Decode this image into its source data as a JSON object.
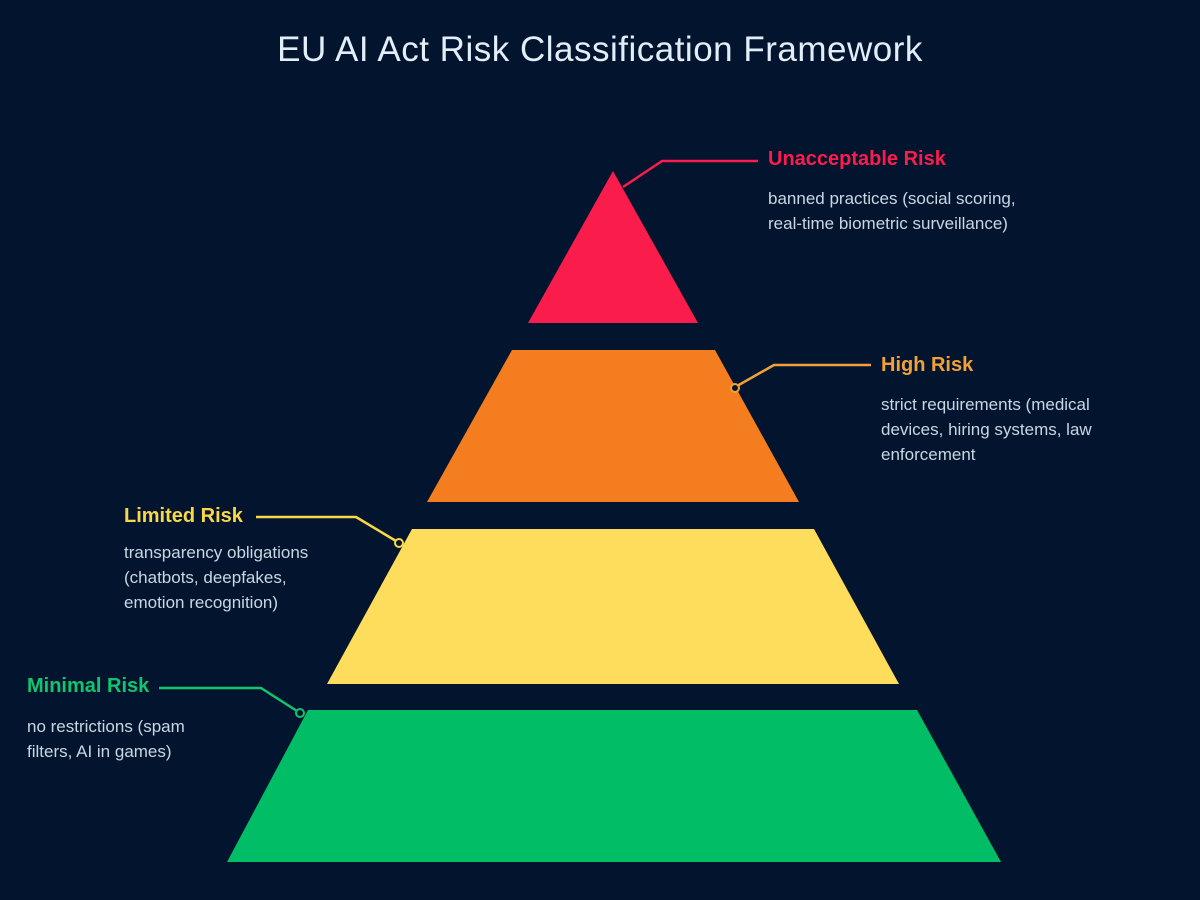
{
  "title": "EU AI Act Risk Classification Framework",
  "theme": {
    "background": "#03152E",
    "title_color": "#E3EEF8",
    "description_color": "#C9D6E3"
  },
  "chart_data": {
    "type": "pyramid",
    "title": "EU AI Act Risk Classification Framework",
    "levels_top_to_bottom": [
      "Unacceptable Risk",
      "High Risk",
      "Limited Risk",
      "Minimal Risk"
    ],
    "legend_position": "callout-labels-beside-levels",
    "grid": false
  },
  "levels": [
    {
      "label": "Unacceptable Risk",
      "color": "#FA1C4A",
      "accent": "#FB1C4C",
      "side": "right",
      "desc_lines": [
        "banned practices (social scoring,",
        "real-time biometric surveillance)"
      ]
    },
    {
      "label": "High Risk",
      "color": "#F47E1F",
      "accent": "#F2A138",
      "side": "right",
      "desc_lines": [
        "strict requirements (medical",
        "devices, hiring systems, law",
        "enforcement"
      ]
    },
    {
      "label": "Limited Risk",
      "color": "#FEDC5C",
      "accent": "#F8D848",
      "side": "left",
      "desc_lines": [
        "transparency obligations",
        "(chatbots, deepfakes,",
        "emotion recognition)"
      ]
    },
    {
      "label": "Minimal Risk",
      "color": "#00BD66",
      "accent": "#10C56E",
      "side": "left",
      "desc_lines": [
        "no restrictions (spam",
        "filters, AI in games)"
      ]
    }
  ]
}
